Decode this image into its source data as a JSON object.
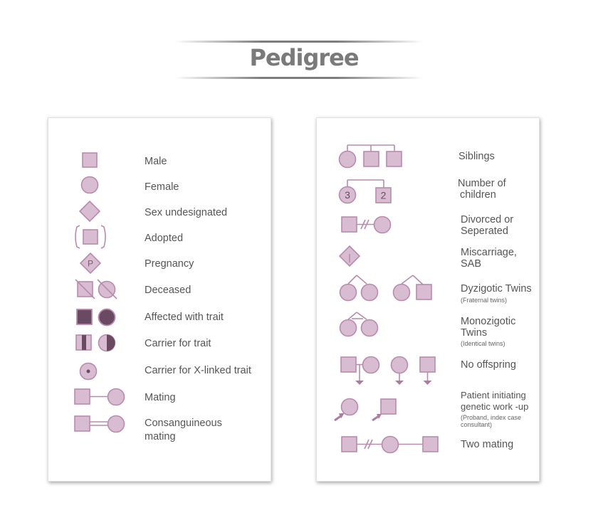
{
  "title": "Pedigree",
  "colors": {
    "fill": "#d8bcd2",
    "stroke": "#b98aad",
    "dark": "#6a4a62",
    "title": "#7a7a7a",
    "text": "#555555"
  },
  "left_panel": {
    "items": [
      {
        "label": "Male",
        "icon": "square-male-symbol"
      },
      {
        "label": "Female",
        "icon": "circle-female-symbol"
      },
      {
        "label": "Sex undesignated",
        "icon": "diamond-symbol"
      },
      {
        "label": "Adopted",
        "icon": "adopted-bracket-symbol"
      },
      {
        "label": "Pregnancy",
        "icon": "pregnancy-diamond-symbol",
        "glyph": "P"
      },
      {
        "label": "Deceased",
        "icon": "deceased-struck-symbols"
      },
      {
        "label": "Affected with trait",
        "icon": "affected-filled-symbols"
      },
      {
        "label": "Carrier for trait",
        "icon": "carrier-half-filled-symbols"
      },
      {
        "label": "Carrier for X-linked trait",
        "icon": "x-linked-dot-circle-symbol"
      },
      {
        "label": "Mating",
        "icon": "mating-line-symbol"
      },
      {
        "label": "Consanguineous",
        "label2": "mating",
        "icon": "consanguineous-double-line-symbol"
      }
    ]
  },
  "right_panel": {
    "items": [
      {
        "label": "Siblings",
        "icon": "siblings-symbol"
      },
      {
        "label": "Number of",
        "label2": "children",
        "icon": "number-of-children-symbol",
        "counts": [
          "3",
          "2"
        ]
      },
      {
        "label": "Divorced or",
        "label2": "Seperated",
        "icon": "divorced-symbol"
      },
      {
        "label": "Miscarriage,",
        "label2": "SAB",
        "icon": "miscarriage-symbol"
      },
      {
        "label": "Dyzigotic Twins",
        "note": "(Fraternal twins)",
        "icon": "dizygotic-twins-symbol"
      },
      {
        "label": "Monozigotic",
        "label2": "Twins",
        "note": "(Identical twins)",
        "icon": "monozygotic-twins-symbol"
      },
      {
        "label": "No offspring",
        "icon": "no-offspring-symbol"
      },
      {
        "label": "Patient initiating",
        "label2": "genetic work -up",
        "note": "(Proband, index case",
        "note2": "consultant)",
        "icon": "proband-arrow-symbol"
      },
      {
        "label": "Two mating",
        "icon": "two-mating-symbol"
      }
    ]
  }
}
